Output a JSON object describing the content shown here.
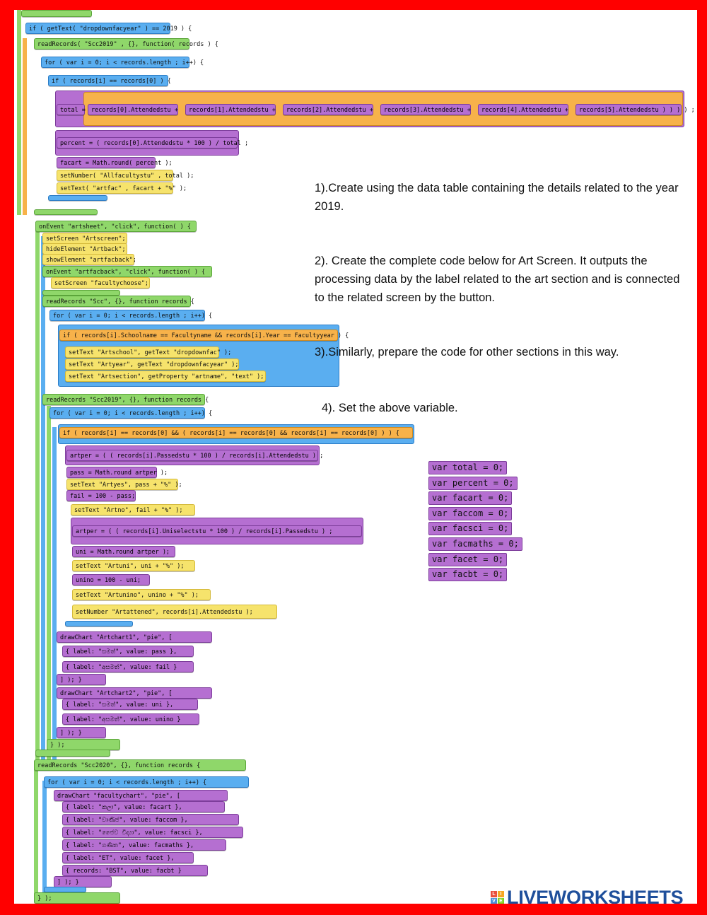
{
  "instructions": {
    "step1": "1).Create using the data table containing the details related to the year 2019.",
    "step2": "2). Create the complete code below for Art Screen. It outputs the processing data by the label related to the art section and is connected to the related screen by the button.",
    "step3": "3).Similarly, prepare the code for other sections in this way.",
    "step4": "4). Set the above variable."
  },
  "variables": [
    "var total = 0;",
    "var percent = 0;",
    "var facart = 0;",
    "var faccom = 0;",
    "var facsci = 0;",
    "var facmaths = 0;",
    "var facet = 0;",
    "var facbt = 0;"
  ],
  "code": {
    "l01": "if ( getText( \"dropdownfacyear\" ) == 2019 ) {",
    "l02": "readRecords( \"Scc2019\" , {}, function( records ) {",
    "l03": "for ( var i = 0; i < records.length ; i++) {",
    "l04": "if ( records[i] == records[0] ) {",
    "l05a": "total =",
    "l05b": "records[0].Attendedstu +",
    "l05c": "records[1].Attendedstu +",
    "l05d": "records[2].Attendedstu +",
    "l05e": "records[3].Attendedstu +",
    "l05f": "records[4].Attendedstu +",
    "l05g": "records[5].Attendedstu ) ) ) ) ;",
    "l06": "percent = ( records[0].Attendedstu * 100 ) / total ;",
    "l07": "facart = Math.round( percent );",
    "l08": "setNumber( \"Allfacultystu\" , total );",
    "l09": "setText( \"artfac\" , facart + \"%\" );",
    "l10": "onEvent \"artsheet\", \"click\", function( ) {",
    "l11": "setScreen \"Artscreen\";",
    "l12": "hideElement \"Artback\";",
    "l13": "showElement \"artfacback\";",
    "l14": "onEvent \"artfacback\", \"click\", function( ) {",
    "l15": "setScreen \"facultychoose\";",
    "l16": "readRecords \"Scc\", {}, function records {",
    "l17": "for ( var i = 0; i < records.length ; i++) {",
    "l18": "if ( records[i].Schoolname == Facultyname && records[i].Year == Facultyyear ) {",
    "l19": "setText \"Artschool\", getText \"dropdownfac\" );",
    "l20": "setText \"Artyear\", getText \"dropdownfacyear\" );",
    "l21": "setText \"Artsection\", getProperty \"artname\", \"text\" );",
    "l22": "readRecords \"Scc2019\", {}, function records {",
    "l23": "for ( var i = 0; i < records.length ; i++) {",
    "l24": "if ( records[i] == records[0] && ( records[i] == records[0] && records[i] == records[0] ) ) {",
    "l25": "artper = ( ( records[i].Passedstu * 100 ) / records[i].Attendedstu ) ;",
    "l26": "pass = Math.round artper );",
    "l27": "setText \"Artyes\", pass + \"%\" );",
    "l28": "fail = 100 - pass;",
    "l29": "setText \"Artno\", fail + \"%\" );",
    "l30": "artper = ( ( records[i].Uniselectstu * 100 ) / records[i].Passedstu ) ;",
    "l31": "uni = Math.round artper );",
    "l32": "setText \"Artuni\", uni + \"%\" );",
    "l33": "unino = 100 - uni;",
    "l34": "setText \"Artunino\", unino + \"%\" );",
    "l35": "setNumber \"Artattened\", records[i].Attendedstu );",
    "l36": "drawChart \"Artchart1\", \"pie\", [",
    "l37": "{ label: \"සමත්\", value: pass },",
    "l38": "{ label: \"අසමත්\", value: fail }",
    "l39": "drawChart \"Artchart2\", \"pie\", [",
    "l40": "{ label: \"සමත්\", value: uni },",
    "l41": "{ label: \"අසමත්\", value: unino }",
    "l42": "readRecords \"Scc2020\", {}, function records {",
    "l43": "for ( var i = 0; i < records.length ; i++) {",
    "l44": "drawChart \"facultychart\", \"pie\", [",
    "l45": "{ label: \"කලා\", value: facart },",
    "l46": "{ label: \"වාණිජ\", value: faccom },",
    "l47": "{ label: \"ජෛව විද්‍යා\", value: facsci },",
    "l48": "{ label: \"ගණිත\", value: facmaths },",
    "l49": "{ label: \"ET\", value: facet },",
    "l50": "{ records: \"BST\", value: facbt }",
    "close1": "] ); }",
    "close2": "} );"
  },
  "logo": {
    "text": "LIVEWORKSHEETS",
    "mark": [
      "L",
      "I",
      "V",
      "E"
    ]
  },
  "colors": {
    "frame": "#ff0000",
    "logo": "#1f4f9b"
  }
}
